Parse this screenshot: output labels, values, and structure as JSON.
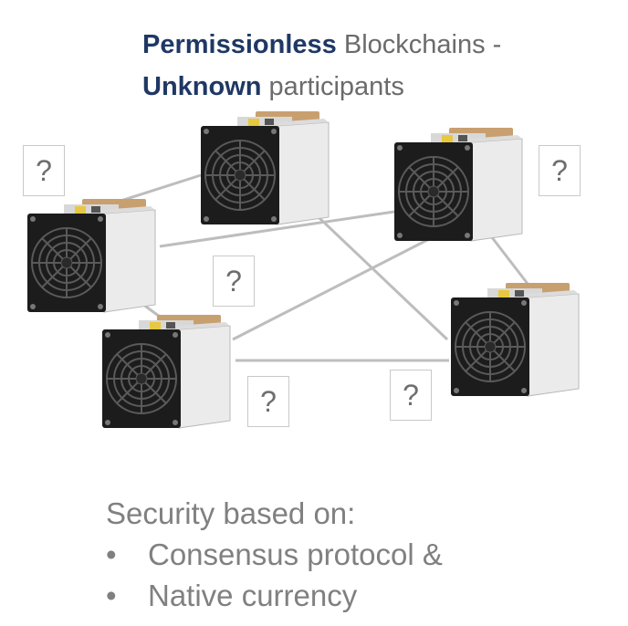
{
  "title": {
    "line1_bold": "Permissionless",
    "line1_rest": " Blockchains -",
    "line2_bold": "Unknown",
    "line2_rest": " participants"
  },
  "unknown_marks": [
    "?",
    "?",
    "?",
    "?",
    "?"
  ],
  "footer": {
    "heading": "Security based on:",
    "bullet_char": "•",
    "bullets": [
      "Consensus protocol &",
      "Native currency"
    ]
  },
  "icons": {
    "node": "asic-miner-icon"
  },
  "colors": {
    "title_accent": "#1f3864",
    "text": "#6b6b6b",
    "connector": "#bdbdbd"
  }
}
